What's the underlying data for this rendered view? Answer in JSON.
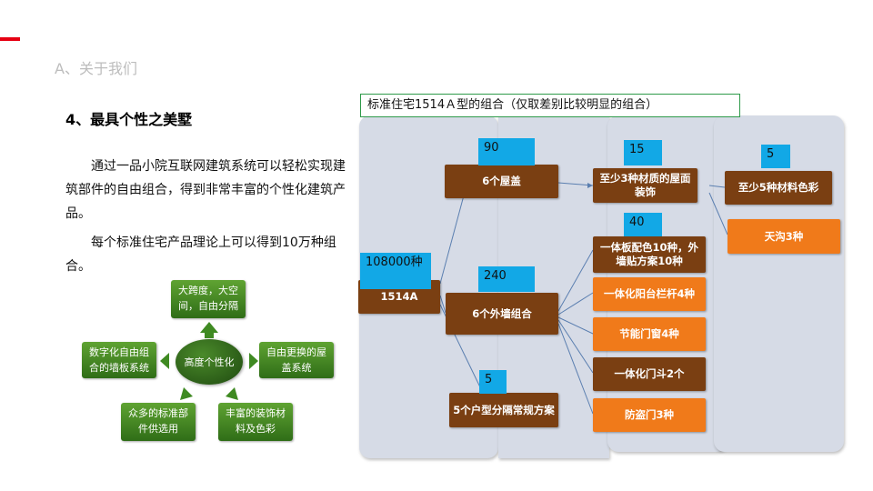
{
  "section_title": "A、关于我们",
  "heading": "4、最具个性之美墅",
  "paragraphs": [
    "通过一品小院互联网建筑系统可以轻松实现建筑部件的自由组合，得到非常丰富的个性化建筑产品。",
    "每个标准住宅产品理论上可以得到10万种组合。"
  ],
  "radial": {
    "center": "高度个性化",
    "top": "大跨度，大空间，自由分隔",
    "right": "自由更换的屋盖系统",
    "bottom_right": "丰富的装饰材料及色彩",
    "bottom_left": "众多的标准部件供选用",
    "left": "数字化自由组合的墙板系统"
  },
  "tree": {
    "caption": "标准住宅1514Ａ型的组合（仅取差别比较明显的组合）",
    "root": {
      "label": "1514A",
      "tag": "108000种"
    },
    "level1": [
      {
        "label": "6个屋盖",
        "tag": "90"
      },
      {
        "label": "6个外墙组合",
        "tag": "240"
      },
      {
        "label": "5个户型分隔常规方案",
        "tag": "5"
      }
    ],
    "roof_detail": {
      "label": "至少3种材质的屋面装饰",
      "tag": "15"
    },
    "roof_colors": {
      "label": "至少5种材料色彩",
      "tag": "5"
    },
    "gutter": {
      "label": "天沟3种"
    },
    "wall_details": {
      "tag": "40",
      "items": [
        {
          "label": "一体板配色10种，外墙贴方案10种",
          "style": "brown"
        },
        {
          "label": "一体化阳台栏杆4种",
          "style": "orange"
        },
        {
          "label": "节能门窗4种",
          "style": "orange"
        },
        {
          "label": "一体化门斗2个",
          "style": "brown"
        },
        {
          "label": "防盗门3种",
          "style": "orange"
        }
      ]
    }
  },
  "colors": {
    "accent": "#e60012",
    "brown": "#7a3f12",
    "orange": "#f07a1a",
    "tag_blue": "#12a8e6",
    "green": "#3f8a22",
    "panel": "#d6dbe6"
  }
}
